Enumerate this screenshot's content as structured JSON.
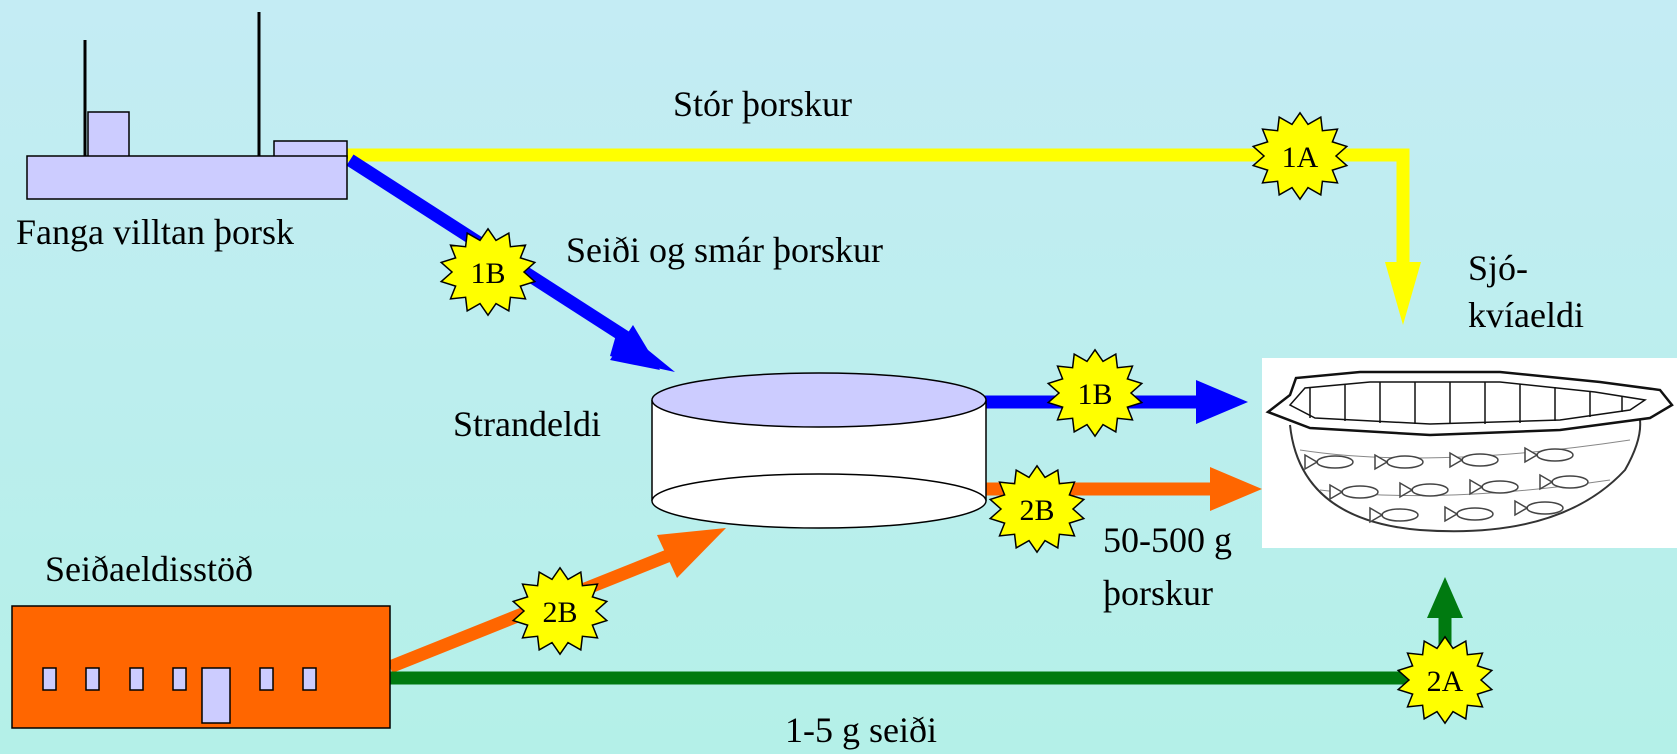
{
  "labels": {
    "catch_wild_cod": "Fanga villtan þorsk",
    "large_cod": "Stór þorskur",
    "fry_small_cod": "Seiði og smár þorskur",
    "sea_cage_1": "Sjó-",
    "sea_cage_2": "kvíaeldi",
    "land_farm": "Strandeldi",
    "hatchery": "Seiðaeldisstöð",
    "weight_50_500_1": "50-500 g",
    "weight_50_500_2": "þorskur",
    "fry_1_5": "1-5 g seiði"
  },
  "badges": {
    "b1A": "1A",
    "b1B_top": "1B",
    "b1B_right": "1B",
    "b2B_left": "2B",
    "b2B_right": "2B",
    "b2A": "2A"
  },
  "colors": {
    "bg_top": "#c4ecf4",
    "bg_bottom": "#b4f0e8",
    "yellow": "#ffff00",
    "blue": "#0000ff",
    "orange": "#ff6600",
    "green": "#007a10",
    "lavender": "#ccccff",
    "star": "#ffff00"
  },
  "icons": {
    "boat": "fishing-boat-icon",
    "tank": "land-tank-icon",
    "hatchery": "hatchery-building-icon",
    "cage": "sea-cage-icon"
  }
}
